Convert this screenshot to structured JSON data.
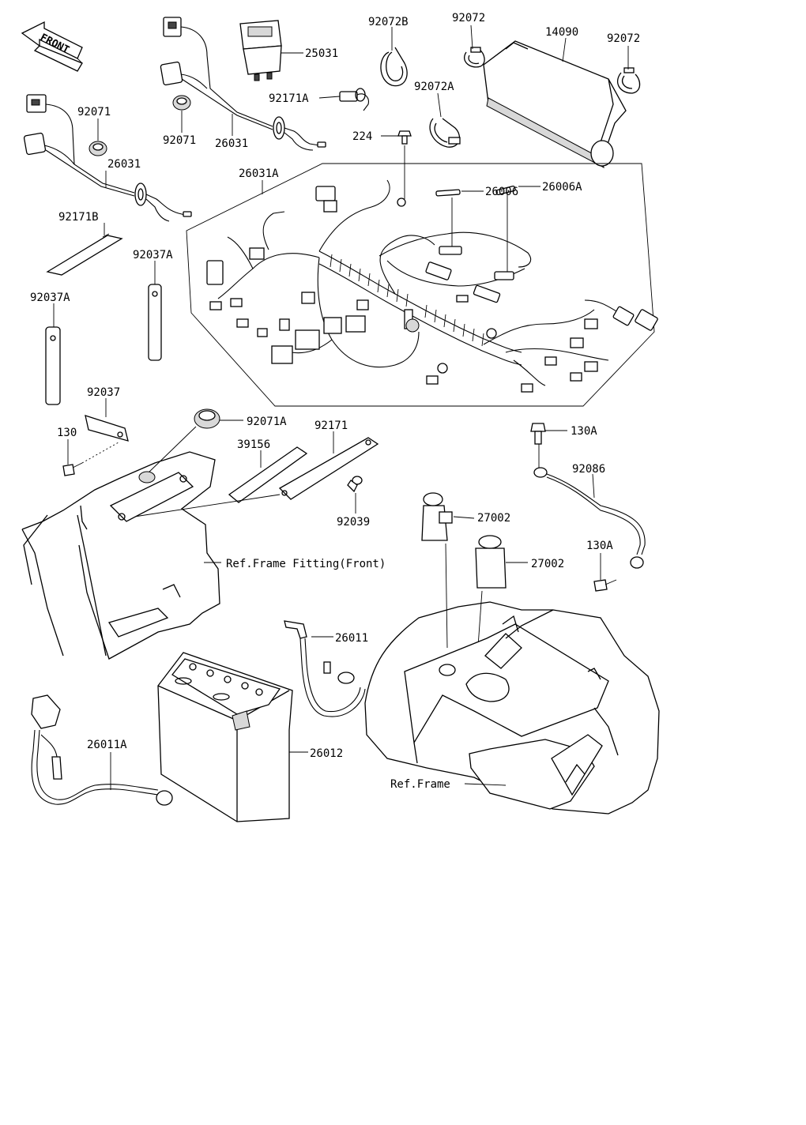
{
  "diagram": {
    "front_arrow_text": "FRONT",
    "labels": {
      "p92072B": "92072B",
      "p92072a": "92072",
      "p14090": "14090",
      "p92072b": "92072",
      "p25031": "25031",
      "p92171A": "92171A",
      "p92072A": "92072A",
      "p92071a": "92071",
      "p92071b": "92071",
      "p26031a": "26031",
      "p26031b": "26031",
      "p224": "224",
      "p26031A": "26031A",
      "p26006": "26006",
      "p26006A": "26006A",
      "p92171B": "92171B",
      "p92037Aa": "92037A",
      "p92037Ab": "92037A",
      "p92037": "92037",
      "p130": "130",
      "p92071A": "92071A",
      "p39156": "39156",
      "p92171": "92171",
      "p130Aa": "130A",
      "p92086": "92086",
      "p92039": "92039",
      "p27002a": "27002",
      "p27002b": "27002",
      "pRefFront": "Ref.Frame Fitting(Front)",
      "p130Ab": "130A",
      "p26011": "26011",
      "p26011A": "26011A",
      "p26012": "26012",
      "pRefFrame": "Ref.Frame"
    }
  }
}
